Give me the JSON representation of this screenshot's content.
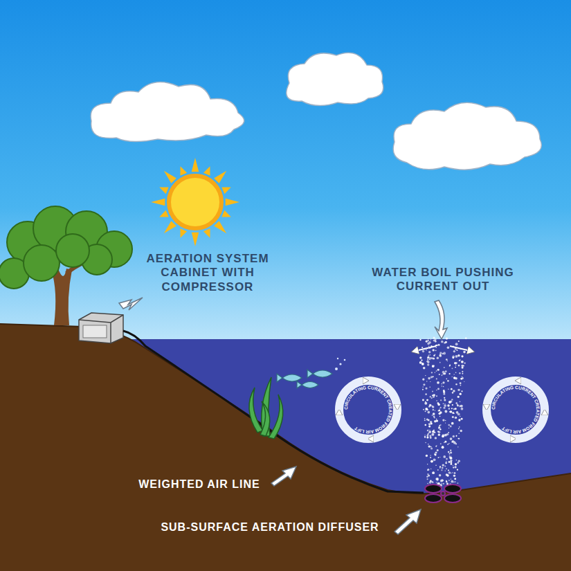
{
  "diagram": {
    "labels": [
      "AERATION SYSTEM CABINET WITH COMPRESSOR",
      "WATER BOIL PUSHING CURRENT OUT",
      "CIRCULATING CURRENT CREATED FROM AIR LIFT",
      "CIRCULATING CURRENT CREATED FROM AIR LIFT",
      "WEIGHTED AIR LINE",
      "SUB-SURFACE AERATION DIFFUSER"
    ]
  }
}
